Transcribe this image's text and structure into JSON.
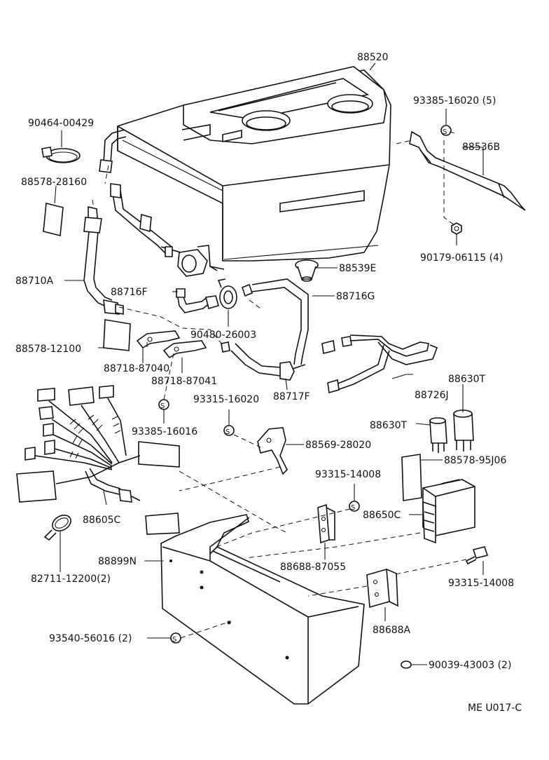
{
  "diagram_code": "ME  U017-C",
  "labels": {
    "l88520": "88520",
    "l9338516020": "93385-16020 (5)",
    "l88536B": "88536B",
    "l9046400429": "90464-00429",
    "l8857828160": "88578-28160",
    "l9017906115": "90179-06115 (4)",
    "l88539E": "88539E",
    "l88710A": "88710A",
    "l88716F": "88716F",
    "l88716G": "88716G",
    "l9048026003": "90480-26003",
    "l8857812100": "88578-12100",
    "l8871887040": "88718-87040",
    "l8871887041": "88718-87041",
    "l9331516020": "93315-16020",
    "l88717F": "88717F",
    "l88726J": "88726J",
    "l88630T_a": "88630T",
    "l88630T_b": "88630T",
    "l9338516016": "93385-16016",
    "l8856928020": "88569-28020",
    "l8857895J06": "88578-95J06",
    "l9331514008_a": "93315-14008",
    "l88605C": "88605C",
    "l88650C": "88650C",
    "l88899N": "88899N",
    "l8868887055": "88688-87055",
    "l9331514008_b": "93315-14008",
    "l8271112200": "82711-12200(2)",
    "l88688A": "88688A",
    "l9354056016": "93540-56016 (2)",
    "l9003943003": "90039-43003 (2)"
  }
}
